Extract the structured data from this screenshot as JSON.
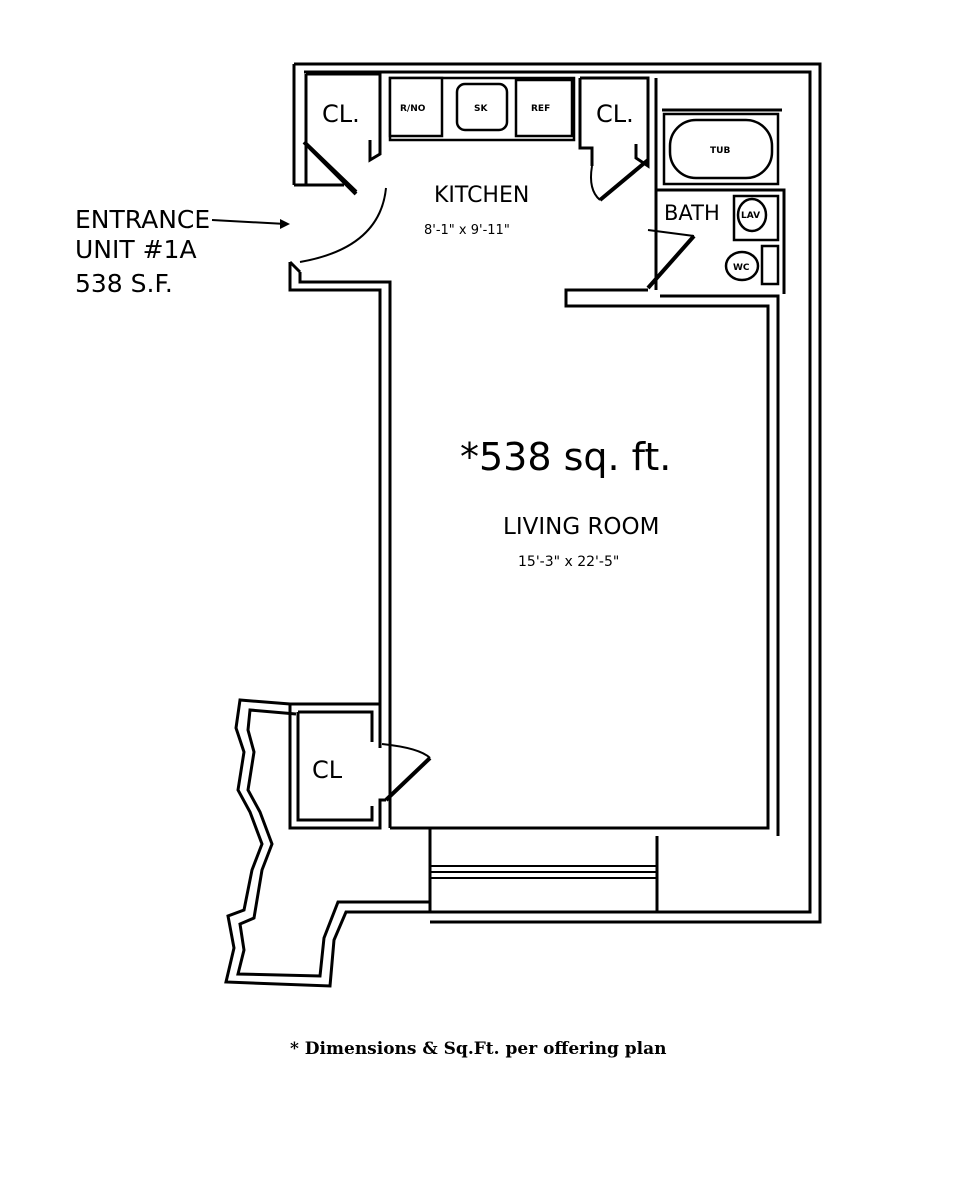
{
  "entrance": {
    "line1": "ENTRANCE",
    "line2": "UNIT #1A",
    "line3": "538 S.F."
  },
  "rooms": {
    "kitchen": {
      "name": "KITCHEN",
      "dims": "8'-1\" x 9'-11\""
    },
    "living": {
      "area": "*538 sq. ft.",
      "name": "LIVING ROOM",
      "dims": "15'-3\" x 22'-5\""
    },
    "bath": {
      "name": "BATH"
    },
    "closet_top_left": "CL.",
    "closet_top_right": "CL.",
    "closet_bottom": "CL"
  },
  "fixtures": {
    "range": "R/NO",
    "sink": "SK",
    "refrigerator": "REF",
    "tub": "TUB",
    "lavatory": "LAV",
    "wc": "WC"
  },
  "footnote": "* Dimensions & Sq.Ft. per offering plan"
}
